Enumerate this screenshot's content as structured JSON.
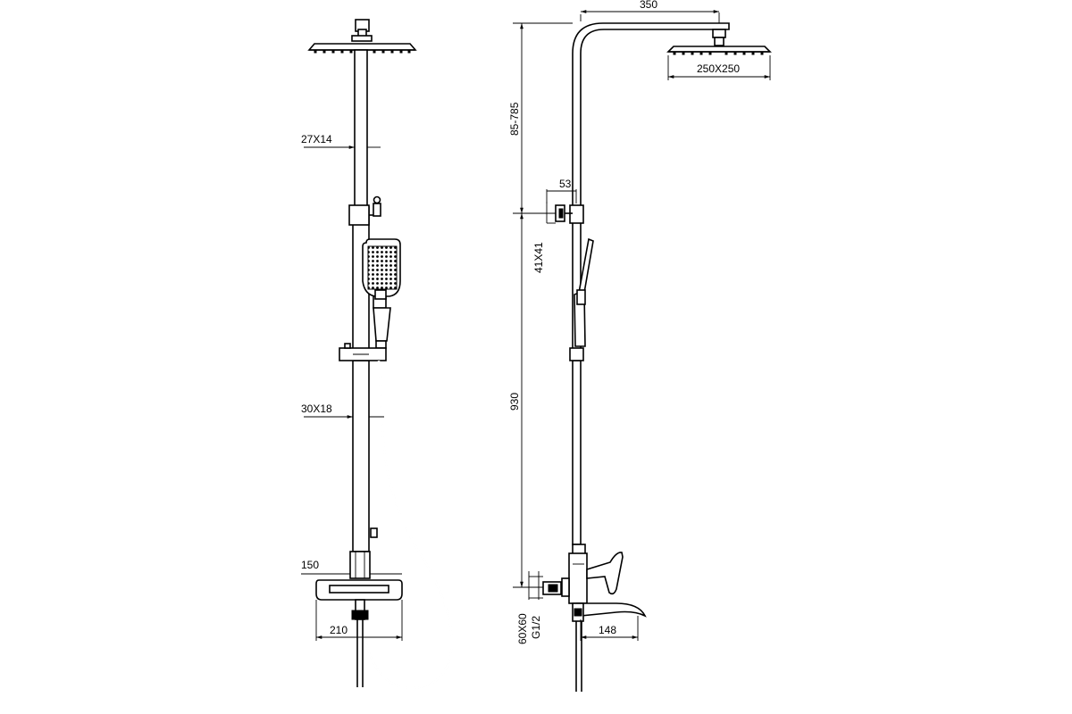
{
  "front_view": {
    "arm_tube_size": "27X14",
    "riser_tube_size": "30X18",
    "valve_height": "150",
    "valve_width": "210"
  },
  "side_view": {
    "arm_reach": "350",
    "arm_height_range": "85-785",
    "overhead_shower_size": "250X250",
    "holder_offset": "53",
    "holder_size": "41X41",
    "riser_height": "930",
    "connection_plate_size": "60X60",
    "connection_thread": "G1/2",
    "spout_reach": "148"
  }
}
